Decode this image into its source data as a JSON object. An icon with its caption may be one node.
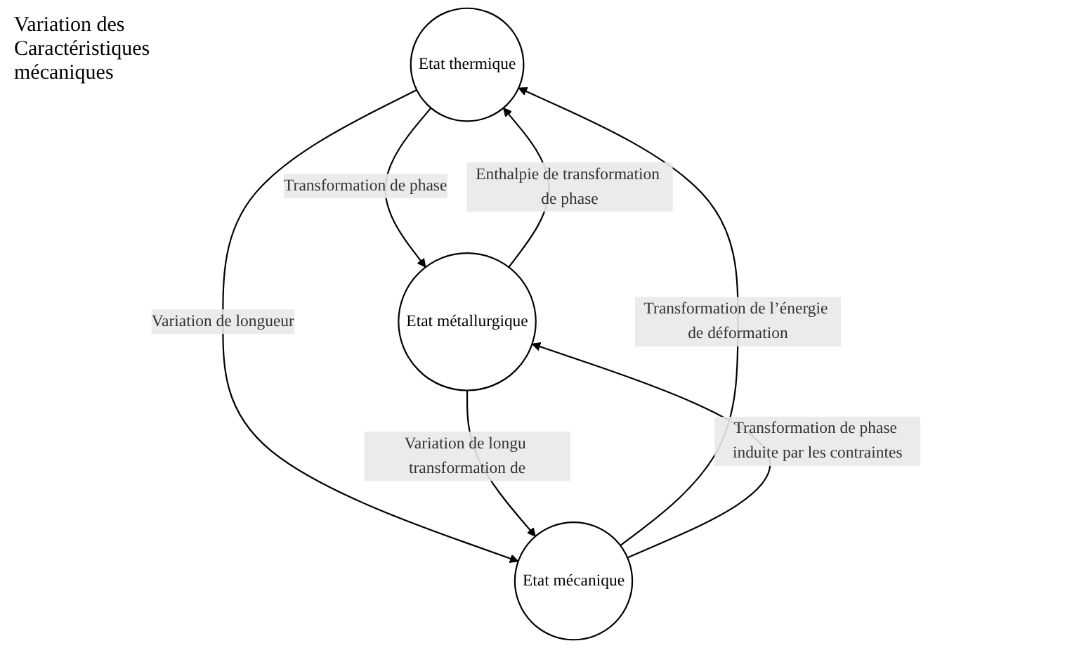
{
  "diagram": {
    "nodes": [
      {
        "text": [
          "Etat thermique"
        ]
      },
      {
        "text": [
          "Etat métallurgique"
        ]
      },
      {
        "text": [
          "Etat mécanique"
        ]
      }
    ],
    "edges": [
      {
        "from": 0,
        "to": 1,
        "arrow": "to",
        "label": "Transformation de phase"
      },
      {
        "from": 1,
        "to": 0,
        "arrow": "to",
        "label": "Enthalpie de transformation de phase"
      },
      {
        "from": 0,
        "to": 2,
        "arrow": "to",
        "label": "Variation de longueur"
      },
      {
        "from": 2,
        "to": 0,
        "arrow": "to",
        "label": "Transformation de l’énergie de déformation"
      },
      {
        "from": 2,
        "to": 1,
        "arrow": "to",
        "label": "Transformation de phase induite par les contraintes"
      },
      {
        "from": 1,
        "to": 2,
        "arrow": "to",
        "label": "Variation de longu transformation de"
      }
    ],
    "labels": [
      "Variation des Caractéristiques mécaniques"
    ]
  }
}
